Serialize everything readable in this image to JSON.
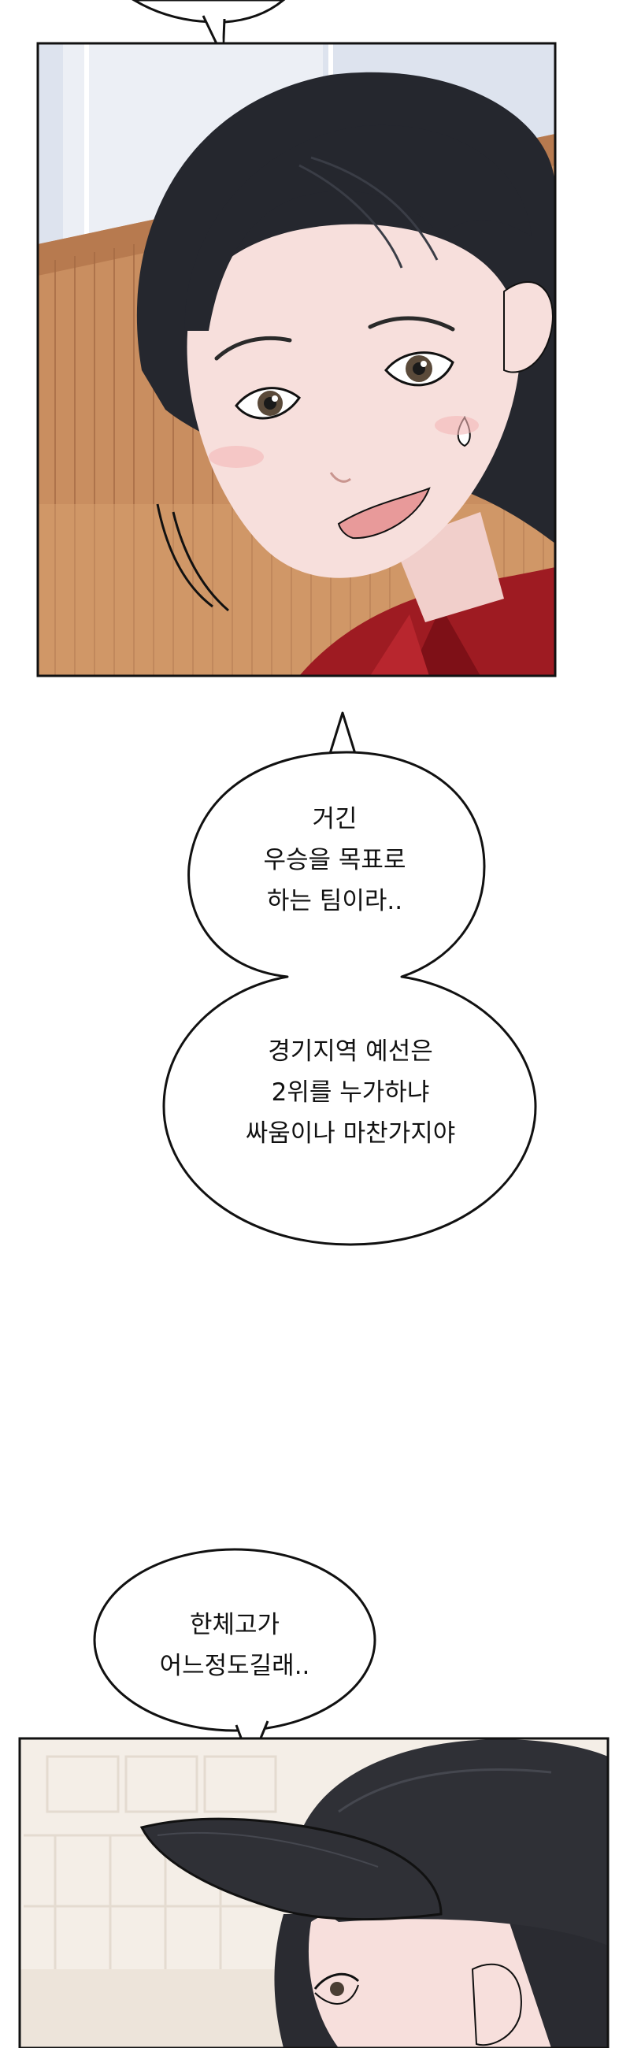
{
  "bubbles": {
    "b1": {
      "lines": [
        "거긴",
        "우승을 목표로",
        "하는 팀이라.."
      ]
    },
    "b2": {
      "lines": [
        "경기지역 예선은",
        "2위를 누가하냐",
        "싸움이나 마찬가지야"
      ]
    },
    "b3": {
      "lines": [
        "한체고가",
        "어느정도길래.."
      ]
    }
  },
  "colors": {
    "panel_border": "#111111",
    "wood": "#c98e60",
    "wall": "#dde3ee",
    "hair": "#25272e",
    "skin": "#f7dfdc",
    "shirt": "#9e1b22",
    "cap": "#2f3036",
    "gym_bg": "#f4eee7"
  },
  "icons": [
    "speech-bubble",
    "woman-face",
    "cap-person"
  ]
}
